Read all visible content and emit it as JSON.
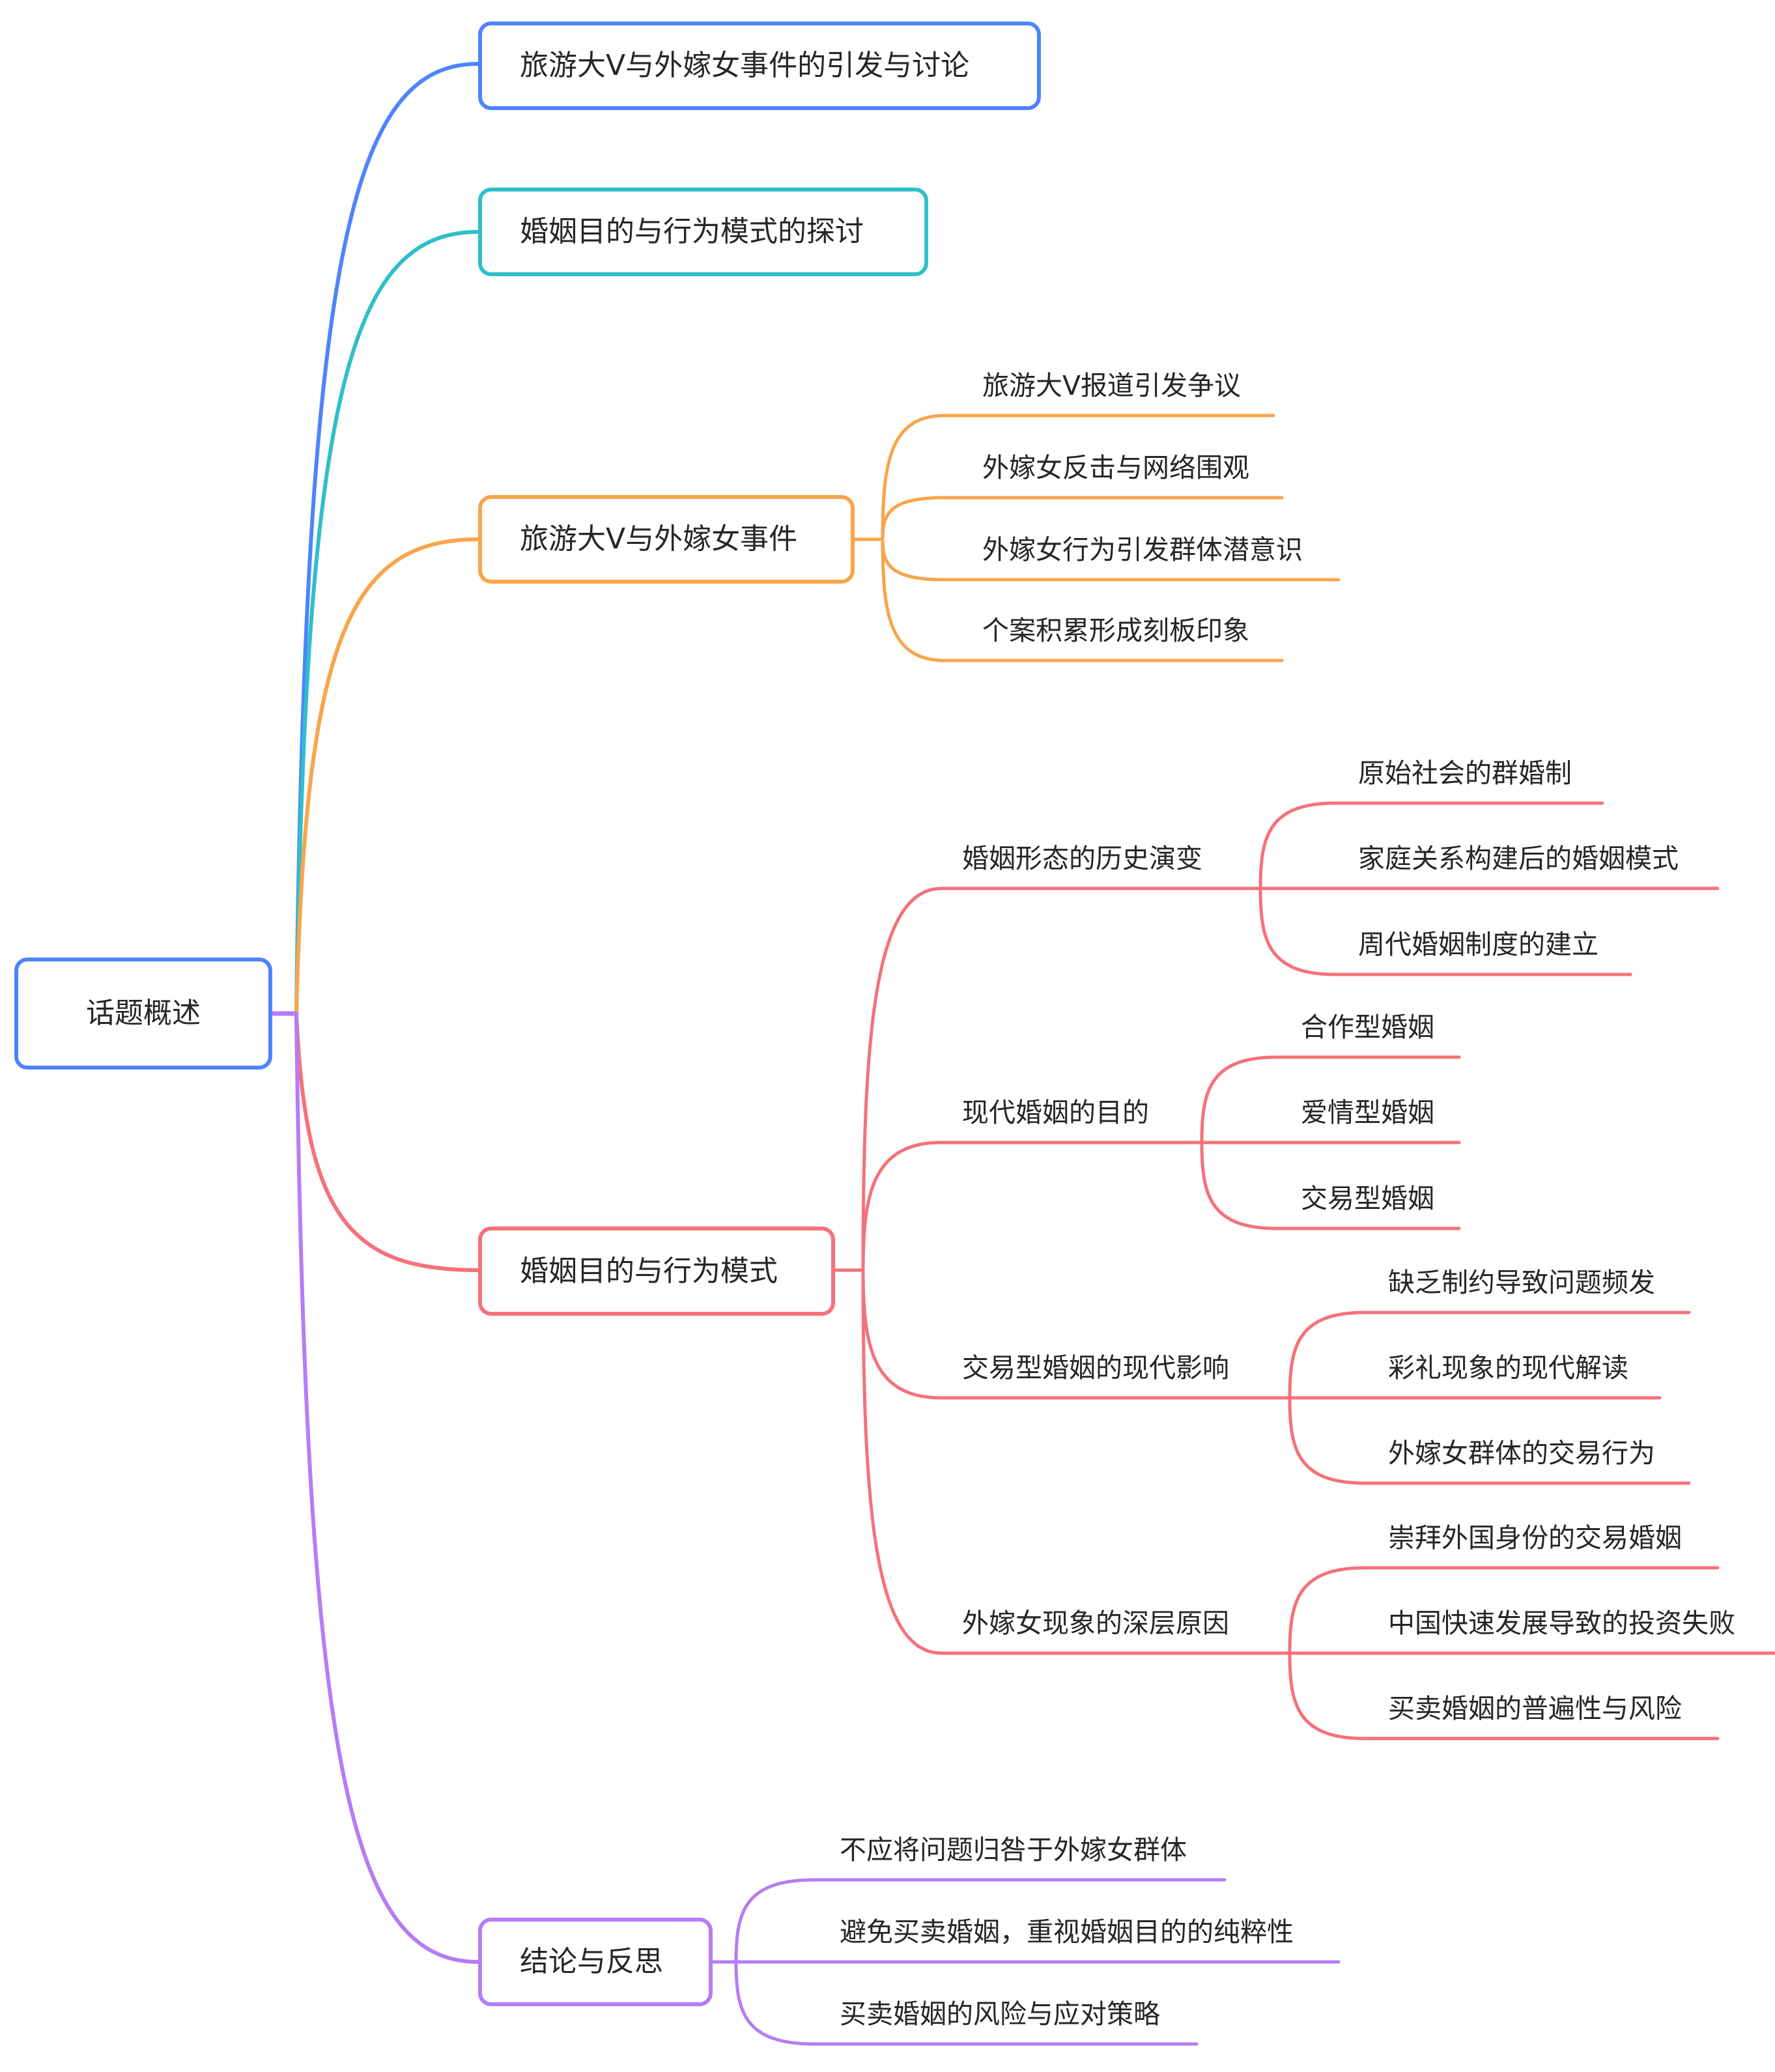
{
  "colors": {
    "root": "#4E83FD",
    "branch_1": "#4E83FD",
    "branch_2": "#2FBFC9",
    "branch_3": "#F8A54B",
    "branch_4": "#F5717A",
    "branch_5": "#B57CF5",
    "text": "#262626"
  },
  "root": {
    "label": "话题概述"
  },
  "branches": [
    {
      "label": "旅游大V与外嫁女事件的引发与讨论",
      "children": []
    },
    {
      "label": "婚姻目的与行为模式的探讨",
      "children": []
    },
    {
      "label": "旅游大V与外嫁女事件",
      "children": [
        {
          "label": "旅游大V报道引发争议"
        },
        {
          "label": "外嫁女反击与网络围观"
        },
        {
          "label": "外嫁女行为引发群体潜意识"
        },
        {
          "label": "个案积累形成刻板印象"
        }
      ]
    },
    {
      "label": "婚姻目的与行为模式",
      "children": [
        {
          "label": "婚姻形态的历史演变",
          "children": [
            {
              "label": "原始社会的群婚制"
            },
            {
              "label": "家庭关系构建后的婚姻模式"
            },
            {
              "label": "周代婚姻制度的建立"
            }
          ]
        },
        {
          "label": "现代婚姻的目的",
          "children": [
            {
              "label": "合作型婚姻"
            },
            {
              "label": "爱情型婚姻"
            },
            {
              "label": "交易型婚姻"
            }
          ]
        },
        {
          "label": "交易型婚姻的现代影响",
          "children": [
            {
              "label": "缺乏制约导致问题频发"
            },
            {
              "label": "彩礼现象的现代解读"
            },
            {
              "label": "外嫁女群体的交易行为"
            }
          ]
        },
        {
          "label": "外嫁女现象的深层原因",
          "children": [
            {
              "label": "崇拜外国身份的交易婚姻"
            },
            {
              "label": "中国快速发展导致的投资失败"
            },
            {
              "label": "买卖婚姻的普遍性与风险"
            }
          ]
        }
      ]
    },
    {
      "label": "结论与反思",
      "children": [
        {
          "label": "不应将问题归咎于外嫁女群体"
        },
        {
          "label": "避免买卖婚姻，重视婚姻目的的纯粹性"
        },
        {
          "label": "买卖婚姻的风险与应对策略"
        }
      ]
    }
  ]
}
